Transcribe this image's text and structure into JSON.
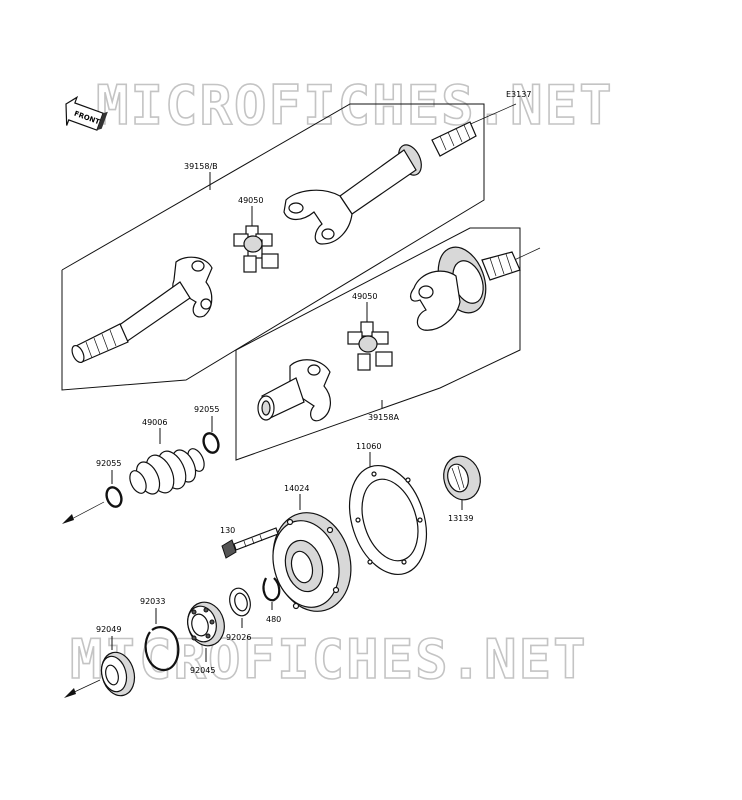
{
  "watermark": {
    "text_top": "MICROFICHES.NET",
    "text_bottom": "MICROFICHES.NET"
  },
  "front_arrow": {
    "label": "FRONT"
  },
  "code": "E3137",
  "parts": {
    "p39158B": "39158/B",
    "p49050_top": "49050",
    "p49050_bot": "49050",
    "p39158A": "39158A",
    "p49006": "49006",
    "p92055_left": "92055",
    "p92055_right": "92055",
    "p11060": "11060",
    "p13139": "13139",
    "p14024": "14024",
    "p130": "130",
    "p92033": "92033",
    "p92049": "92049",
    "p92045": "92045",
    "p92026": "92026",
    "p480": "480"
  },
  "icons": {
    "front": "front-arrow-icon"
  }
}
